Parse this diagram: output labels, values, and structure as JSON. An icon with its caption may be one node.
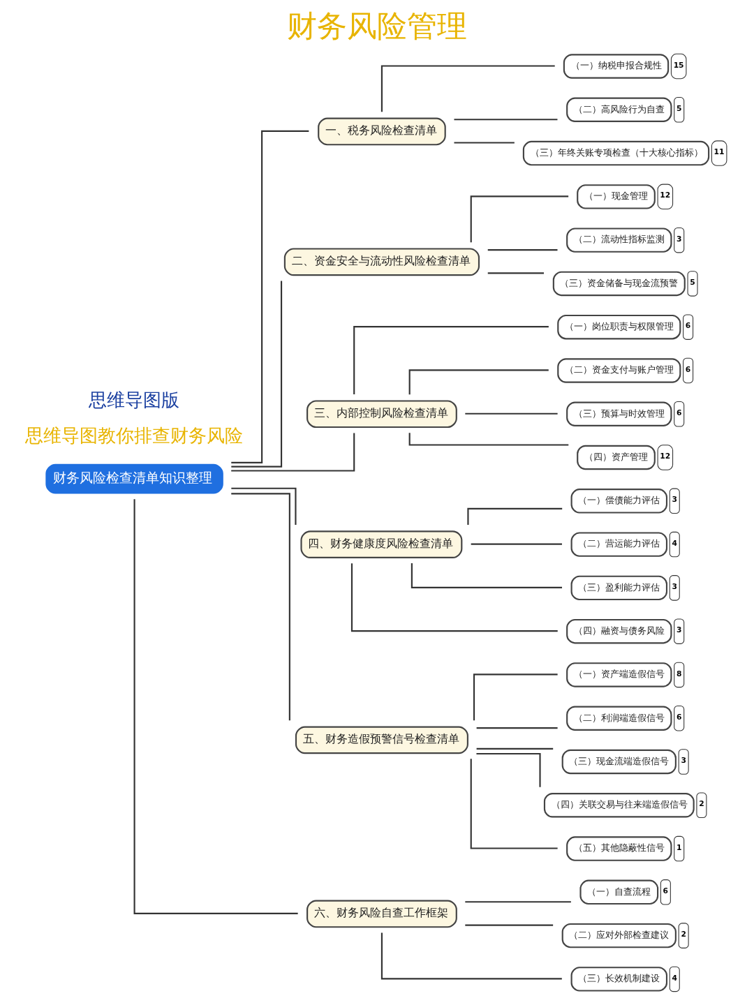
{
  "diagram": {
    "title": "财务风险管理",
    "nodes": [
      {
        "text": [
          "财务风险检查清单知识整理"
        ]
      },
      {
        "text": [
          "一、税务风险检查清单"
        ]
      },
      {
        "text": [
          "（一）纳税申报合规性"
        ],
        "beside": [
          "15"
        ]
      },
      {
        "text": [
          "（二）高风险行为自查"
        ],
        "beside": [
          "5"
        ]
      },
      {
        "text": [
          "（三）年终关账专项检查（十大核心指标）"
        ],
        "beside": [
          "11"
        ]
      },
      {
        "text": [
          "二、资金安全与流动性风险检查清单"
        ]
      },
      {
        "text": [
          "（一）现金管理"
        ],
        "beside": [
          "12"
        ]
      },
      {
        "text": [
          "（二）流动性指标监测"
        ],
        "beside": [
          "3"
        ]
      },
      {
        "text": [
          "（三）资金储备与现金流预警"
        ],
        "beside": [
          "5"
        ]
      },
      {
        "text": [
          "三、内部控制风险检查清单"
        ]
      },
      {
        "text": [
          "（一）岗位职责与权限管理"
        ],
        "beside": [
          "6"
        ]
      },
      {
        "text": [
          "（二）资金支付与账户管理"
        ],
        "beside": [
          "6"
        ]
      },
      {
        "text": [
          "（三）预算与时效管理"
        ],
        "beside": [
          "6"
        ]
      },
      {
        "text": [
          "（四）资产管理"
        ],
        "beside": [
          "12"
        ]
      },
      {
        "text": [
          "四、财务健康度风险检查清单"
        ]
      },
      {
        "text": [
          "（一）偿债能力评估"
        ],
        "beside": [
          "3"
        ]
      },
      {
        "text": [
          "（二）营运能力评估"
        ],
        "beside": [
          "4"
        ]
      },
      {
        "text": [
          "（三）盈利能力评估"
        ],
        "beside": [
          "3"
        ]
      },
      {
        "text": [
          "（四）融资与债务风险"
        ],
        "beside": [
          "3"
        ]
      },
      {
        "text": [
          "五、财务造假预警信号检查清单"
        ]
      },
      {
        "text": [
          "（一）资产端造假信号"
        ],
        "beside": [
          "8"
        ]
      },
      {
        "text": [
          "（二）利润端造假信号"
        ],
        "beside": [
          "6"
        ]
      },
      {
        "text": [
          "（三）现金流端造假信号"
        ],
        "beside": [
          "3"
        ]
      },
      {
        "text": [
          "（四）关联交易与往来端造假信号"
        ],
        "beside": [
          "2"
        ]
      },
      {
        "text": [
          "（五）其他隐蔽性信号"
        ],
        "beside": [
          "1"
        ]
      },
      {
        "text": [
          "六、财务风险自查工作框架"
        ]
      },
      {
        "text": [
          "（一）自查流程"
        ],
        "beside": [
          "6"
        ]
      },
      {
        "text": [
          "（二）应对外部检查建议"
        ],
        "beside": [
          "2"
        ]
      },
      {
        "text": [
          "（三）长效机制建设"
        ],
        "beside": [
          "4"
        ]
      }
    ],
    "edges": [
      {
        "from": 0,
        "to": 1,
        "arrow": "none"
      },
      {
        "from": 1,
        "to": 2,
        "arrow": "none"
      },
      {
        "from": 1,
        "to": 3,
        "arrow": "none"
      },
      {
        "from": 1,
        "to": 4,
        "arrow": "none"
      },
      {
        "from": 0,
        "to": 5,
        "arrow": "none"
      },
      {
        "from": 5,
        "to": 6,
        "arrow": "none"
      },
      {
        "from": 5,
        "to": 7,
        "arrow": "none"
      },
      {
        "from": 5,
        "to": 8,
        "arrow": "none"
      },
      {
        "from": 0,
        "to": 9,
        "arrow": "none"
      },
      {
        "from": 9,
        "to": 10,
        "arrow": "none"
      },
      {
        "from": 9,
        "to": 11,
        "arrow": "none"
      },
      {
        "from": 9,
        "to": 12,
        "arrow": "none"
      },
      {
        "from": 9,
        "to": 13,
        "arrow": "none"
      },
      {
        "from": 0,
        "to": 14,
        "arrow": "none"
      },
      {
        "from": 14,
        "to": 15,
        "arrow": "none"
      },
      {
        "from": 14,
        "to": 16,
        "arrow": "none"
      },
      {
        "from": 14,
        "to": 17,
        "arrow": "none"
      },
      {
        "from": 14,
        "to": 18,
        "arrow": "none"
      },
      {
        "from": 0,
        "to": 19,
        "arrow": "none"
      },
      {
        "from": 19,
        "to": 20,
        "arrow": "none"
      },
      {
        "from": 19,
        "to": 21,
        "arrow": "none"
      },
      {
        "from": 19,
        "to": 22,
        "arrow": "none"
      },
      {
        "from": 19,
        "to": 23,
        "arrow": "none"
      },
      {
        "from": 19,
        "to": 24,
        "arrow": "none"
      },
      {
        "from": 0,
        "to": 25,
        "arrow": "none"
      },
      {
        "from": 25,
        "to": 26,
        "arrow": "none"
      },
      {
        "from": 25,
        "to": 27,
        "arrow": "none"
      },
      {
        "from": 25,
        "to": 28,
        "arrow": "none"
      }
    ],
    "labels": [
      "思维导图教你排查财务风险",
      "思维导图版"
    ]
  }
}
